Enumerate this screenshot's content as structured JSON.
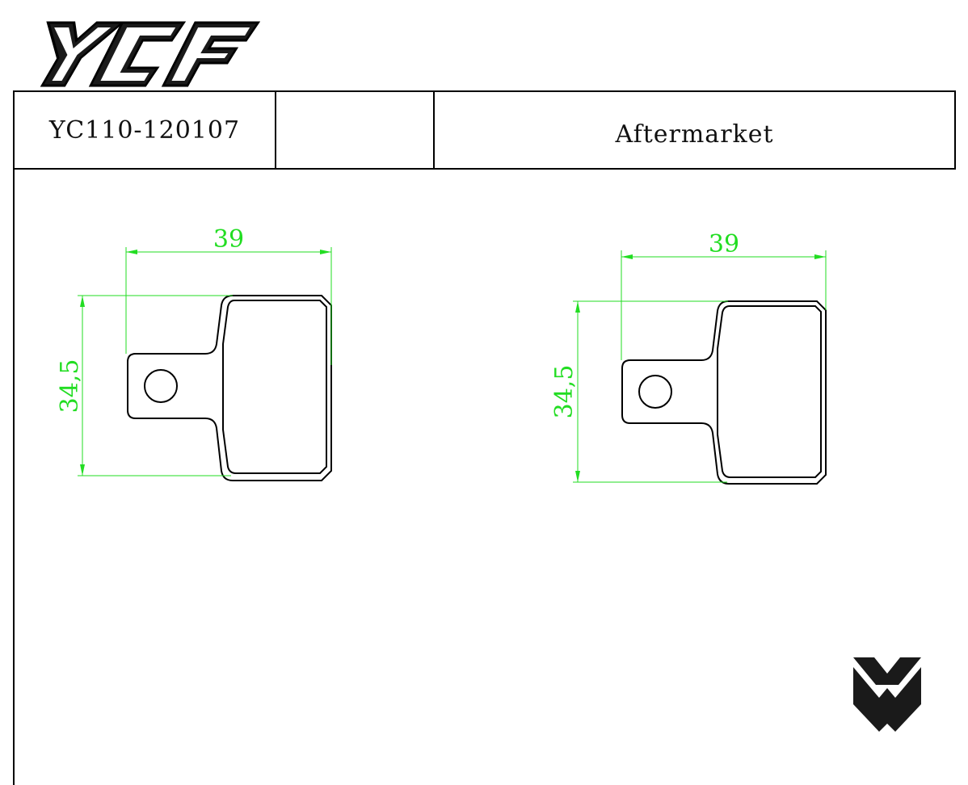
{
  "header": {
    "brand_logo_text": "YCF",
    "part_number": "YC110-120107",
    "middle_cell": "",
    "brand_cell": "Aftermarket"
  },
  "drawings": [
    {
      "width_label": "39",
      "height_label": "34,5"
    },
    {
      "width_label": "39",
      "height_label": "34,5"
    }
  ],
  "colors": {
    "outline": "#000000",
    "dimension": "#22dd22"
  },
  "icons": {
    "header_logo": "ycf-logo",
    "corner_logo": "y-chevron-logo"
  }
}
